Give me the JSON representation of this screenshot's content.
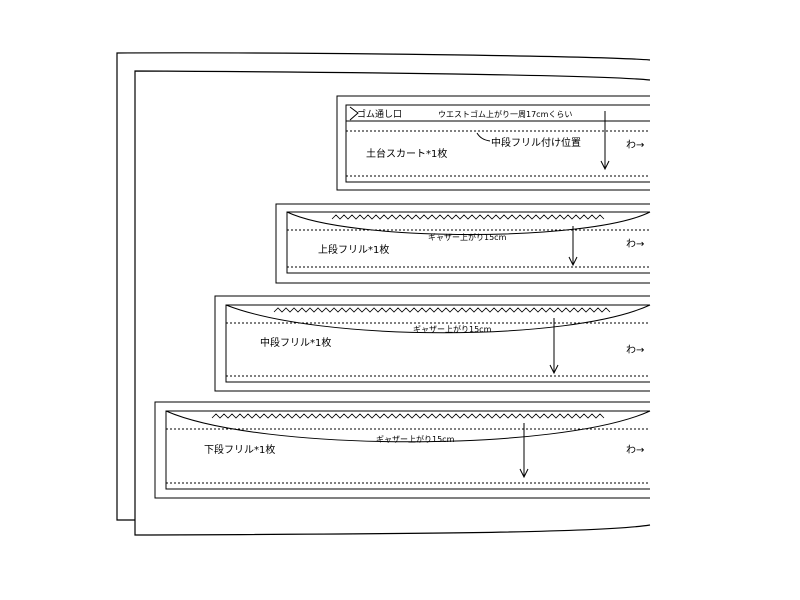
{
  "pieces": [
    {
      "id": "base-skirt",
      "label": "土台スカート*1枚",
      "fold_label": "わ→",
      "note": "ウエストゴム上がり一周17cmくらい",
      "elastic_opening": "ゴム通し口",
      "frill_position": "中段フリル付け位置"
    },
    {
      "id": "upper-frill",
      "label": "上段フリル*1枚",
      "fold_label": "わ→",
      "gather_note": "ギャザー上がり15cm"
    },
    {
      "id": "middle-frill",
      "label": "中段フリル*1枚",
      "fold_label": "わ→",
      "gather_note": "ギャザー上がり15cm"
    },
    {
      "id": "lower-frill",
      "label": "下段フリル*1枚",
      "fold_label": "わ→",
      "gather_note": "ギャザー上がり15cm"
    }
  ]
}
